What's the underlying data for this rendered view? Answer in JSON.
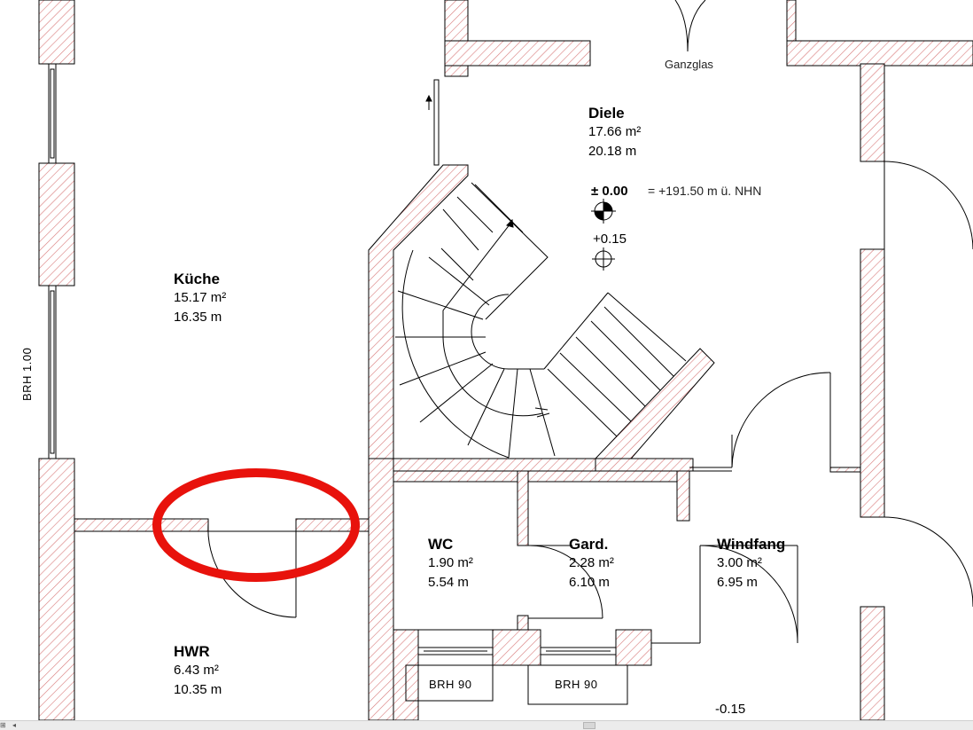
{
  "rooms": {
    "kueche": {
      "name": "Küche",
      "area": "15.17 m²",
      "perimeter": "16.35 m"
    },
    "diele": {
      "name": "Diele",
      "area": "17.66 m²",
      "perimeter": "20.18 m"
    },
    "wc": {
      "name": "WC",
      "area": "1.90 m²",
      "perimeter": "5.54 m"
    },
    "gard": {
      "name": "Gard.",
      "area": "2.28 m²",
      "perimeter": "6.10 m"
    },
    "windfang": {
      "name": "Windfang",
      "area": "3.00 m²",
      "perimeter": "6.95 m"
    },
    "hwr": {
      "name": "HWR",
      "area": "6.43 m²",
      "perimeter": "10.35 m"
    }
  },
  "annotations": {
    "ganzglas": "Ganzglas",
    "elevation_zero": "± 0.00",
    "elevation_nhn": "= +191.50 m ü. NHN",
    "elevation_plus": "+0.15",
    "elevation_minus": "-0.15",
    "brh_left": "BRH 1.00",
    "brh_wc": "BRH 90",
    "brh_gard": "BRH 90"
  },
  "colors": {
    "wall_hatch": "#d87a7a",
    "markup_circle": "#e8120c",
    "line": "#000000"
  }
}
